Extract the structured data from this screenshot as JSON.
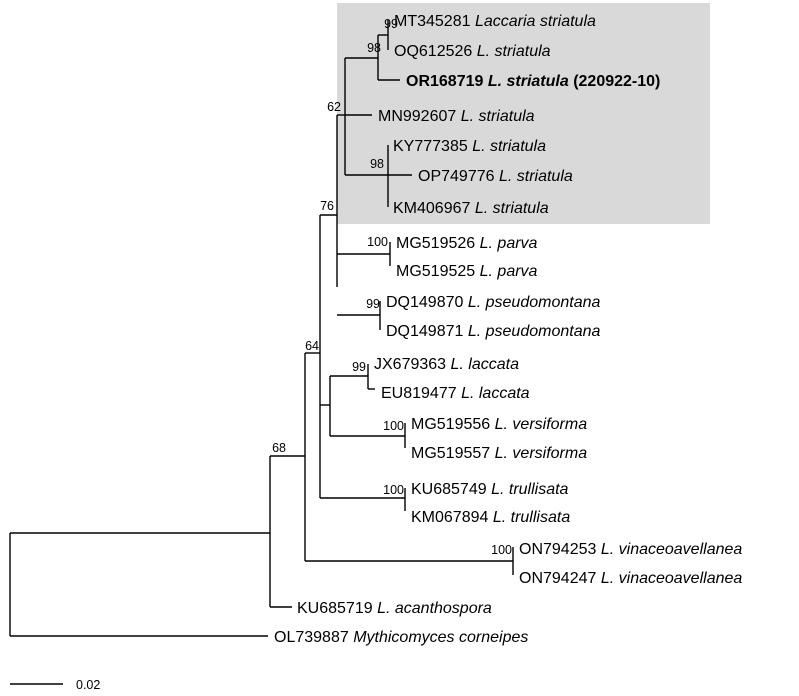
{
  "clade_highlight_color": "#d9d9d9",
  "line_color": "#000000",
  "taxa": [
    {
      "accession": "MT345281",
      "species": "Laccaria striatula",
      "note": ""
    },
    {
      "accession": "OQ612526",
      "species": "L. striatula",
      "note": ""
    },
    {
      "accession": "OR168719",
      "species": "L. striatula",
      "note": "(220922-10)"
    },
    {
      "accession": "MN992607",
      "species": "L. striatula",
      "note": ""
    },
    {
      "accession": "KY777385",
      "species": "L. striatula",
      "note": ""
    },
    {
      "accession": "OP749776",
      "species": "L. striatula",
      "note": ""
    },
    {
      "accession": "KM406967",
      "species": "L. striatula",
      "note": ""
    },
    {
      "accession": "MG519526",
      "species": "L. parva",
      "note": ""
    },
    {
      "accession": "MG519525",
      "species": "L. parva",
      "note": ""
    },
    {
      "accession": "DQ149870",
      "species": "L. pseudomontana",
      "note": ""
    },
    {
      "accession": "DQ149871",
      "species": "L. pseudomontana",
      "note": ""
    },
    {
      "accession": "JX679363",
      "species": "L. laccata",
      "note": ""
    },
    {
      "accession": "EU819477",
      "species": "L. laccata",
      "note": ""
    },
    {
      "accession": "MG519556",
      "species": "L. versiforma",
      "note": ""
    },
    {
      "accession": "MG519557",
      "species": "L. versiforma",
      "note": ""
    },
    {
      "accession": "KU685749",
      "species": "L. trullisata",
      "note": ""
    },
    {
      "accession": "KM067894",
      "species": "L. trullisata",
      "note": ""
    },
    {
      "accession": "ON794253",
      "species": "L. vinaceoavellanea",
      "note": ""
    },
    {
      "accession": "ON794247",
      "species": "L. vinaceoavellanea",
      "note": ""
    },
    {
      "accession": "KU685719",
      "species": "L. acanthospora",
      "note": ""
    },
    {
      "accession": "OL739887",
      "species": "Mythicomyces corneipes",
      "note": ""
    }
  ],
  "bootstrap": {
    "b99_mt": "99",
    "b98_oq": "98",
    "b62": "62",
    "b98_ky": "98",
    "b76": "76",
    "b100_parva": "100",
    "b99_pseudo": "99",
    "b64": "64",
    "b99_laccata": "99",
    "b100_versiforma": "100",
    "b68": "68",
    "b100_trullisata": "100",
    "b100_vinaceo": "100"
  },
  "scale_bar": {
    "label": "0.02"
  }
}
